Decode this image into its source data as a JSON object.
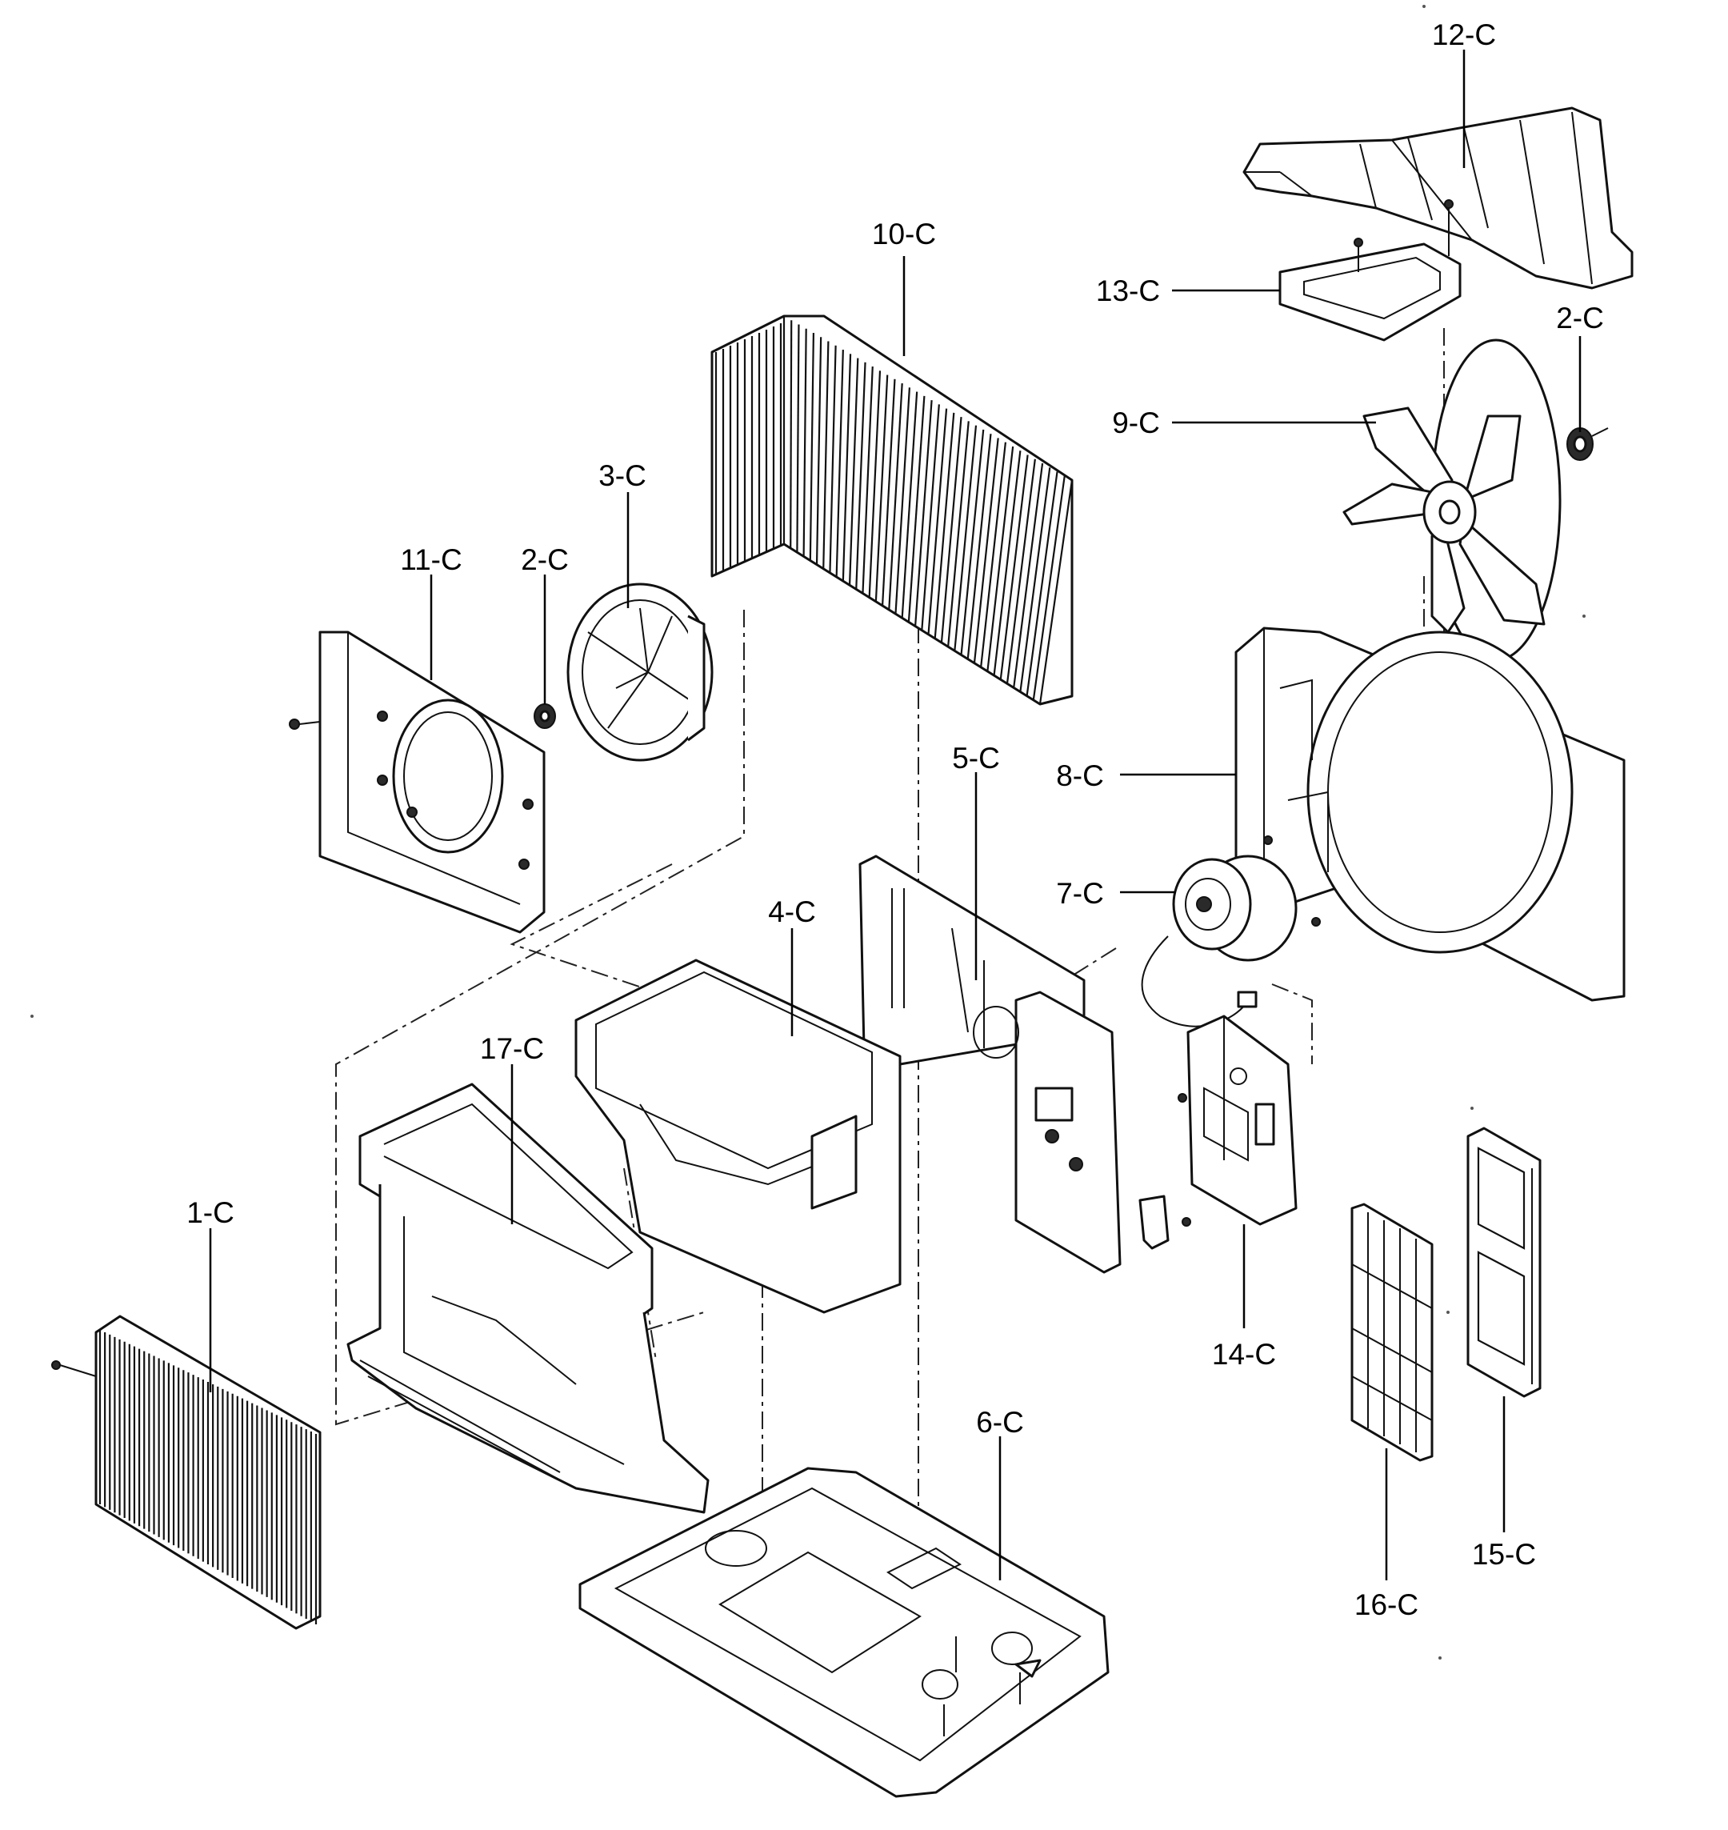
{
  "parts": [
    {
      "id": "p1",
      "label": "1-C"
    },
    {
      "id": "p2a",
      "label": "2-C"
    },
    {
      "id": "p2b",
      "label": "2-C"
    },
    {
      "id": "p3",
      "label": "3-C"
    },
    {
      "id": "p4",
      "label": "4-C"
    },
    {
      "id": "p5",
      "label": "5-C"
    },
    {
      "id": "p6",
      "label": "6-C"
    },
    {
      "id": "p7",
      "label": "7-C"
    },
    {
      "id": "p8",
      "label": "8-C"
    },
    {
      "id": "p9",
      "label": "9-C"
    },
    {
      "id": "p10",
      "label": "10-C"
    },
    {
      "id": "p11",
      "label": "11-C"
    },
    {
      "id": "p12",
      "label": "12-C"
    },
    {
      "id": "p13",
      "label": "13-C"
    },
    {
      "id": "p14",
      "label": "14-C"
    },
    {
      "id": "p15",
      "label": "15-C"
    },
    {
      "id": "p16",
      "label": "16-C"
    },
    {
      "id": "p17",
      "label": "17-C"
    }
  ]
}
